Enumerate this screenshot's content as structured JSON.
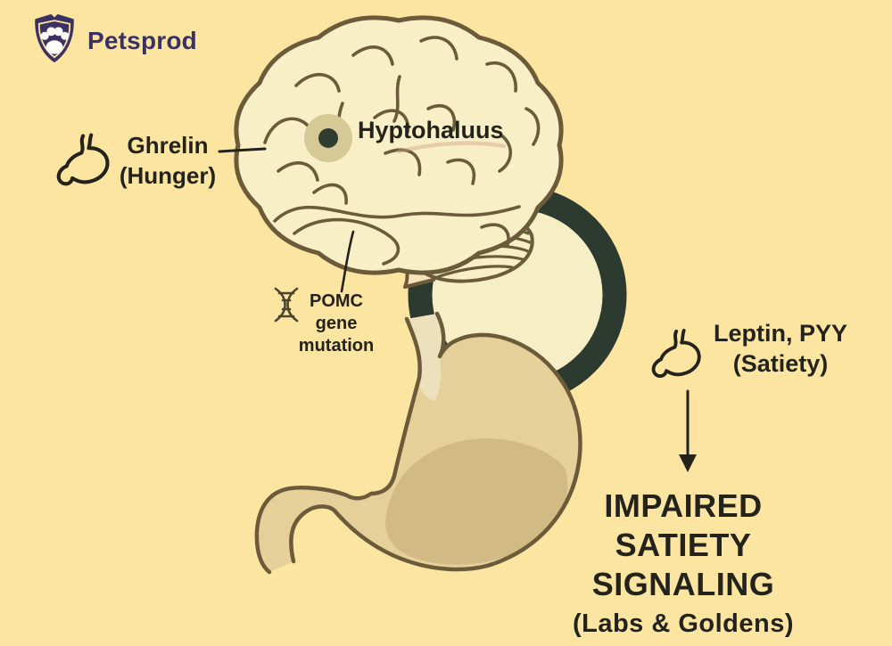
{
  "brand": {
    "name": "Petsprod",
    "icon": "paw-shield-icon"
  },
  "labels": {
    "hypothalamus": "Hyptohaluus",
    "ghrelin": [
      "Ghrelin",
      "(Hunger)"
    ],
    "pomc": [
      "POMC",
      "gene",
      "mutation"
    ],
    "leptin": [
      "Leptin, PYY",
      "(Satiety)"
    ]
  },
  "heading": {
    "lines": [
      "IMPAIRED",
      "SATIETY",
      "SIGNALING",
      "(Labs & Goldens)"
    ]
  },
  "icons": {
    "logo": "paw-shield-icon",
    "ghrelin": "stomach-icon",
    "leptin": "stomach-icon",
    "pomc": "dna-icon",
    "loop": "gut-brain-loop-ring",
    "marker": "hypothalamus-dot-marker",
    "arrow": "down-arrow"
  },
  "colors": {
    "bg": "#fce4a1",
    "ink": "#23231c",
    "purple": "#3b3263",
    "line": "#6b5b3a",
    "brainFill": "#f9efc7",
    "stemFill": "#f6e2bd",
    "loop": "#2c3a30",
    "loopFill": "#f6eec5",
    "stomachFill": "#e6d09a",
    "chyme": "#d2ba84",
    "esoph": "#ece0bd",
    "halo": "#d6c996",
    "dot": "#2e3d2f"
  }
}
